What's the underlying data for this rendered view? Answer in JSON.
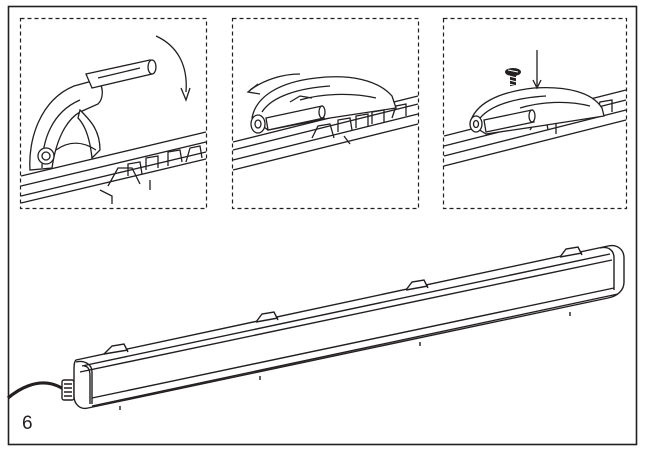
{
  "step": {
    "number": "6"
  },
  "illustration": {
    "detail_panels": [
      "clip-lift",
      "clip-rotate",
      "clip-screw"
    ],
    "icons": [
      "rotation-arrow",
      "down-arrow",
      "screw"
    ],
    "colors": {
      "line": "#231f20",
      "background": "#ffffff",
      "fill_dark": "#231f20"
    }
  }
}
